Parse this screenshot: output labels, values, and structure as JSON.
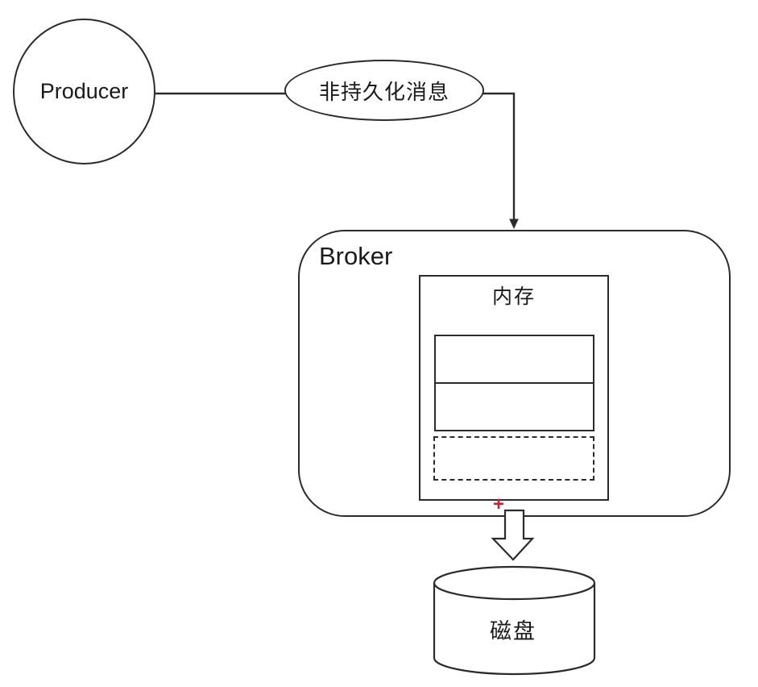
{
  "diagram": {
    "title": "non-persistent message flow",
    "colors": {
      "background": "#ffffff",
      "stroke": "#2b2b2b",
      "text": "#1a1a1a",
      "plus_marker_red": "#c8202f"
    },
    "nodes": {
      "producer": {
        "label": "Producer",
        "shape": "circle"
      },
      "message": {
        "label": "非持久化消息",
        "shape": "ellipse"
      },
      "broker": {
        "label": "Broker",
        "shape": "rounded-rect"
      },
      "memory": {
        "label": "内存",
        "shape": "rect",
        "solid_slots": 2,
        "dashed_slots": 1
      },
      "plus_marker": {
        "label": "+"
      },
      "disk": {
        "label": "磁盘",
        "shape": "cylinder"
      }
    },
    "edges": [
      {
        "from": "producer",
        "to": "message",
        "style": "solid-line"
      },
      {
        "from": "message",
        "to": "broker",
        "style": "solid-line-arrow"
      },
      {
        "from": "broker",
        "to": "memory",
        "style": "dashed-line-arrow"
      },
      {
        "from": "memory",
        "to": "disk",
        "style": "hollow-block-arrow"
      }
    ]
  }
}
